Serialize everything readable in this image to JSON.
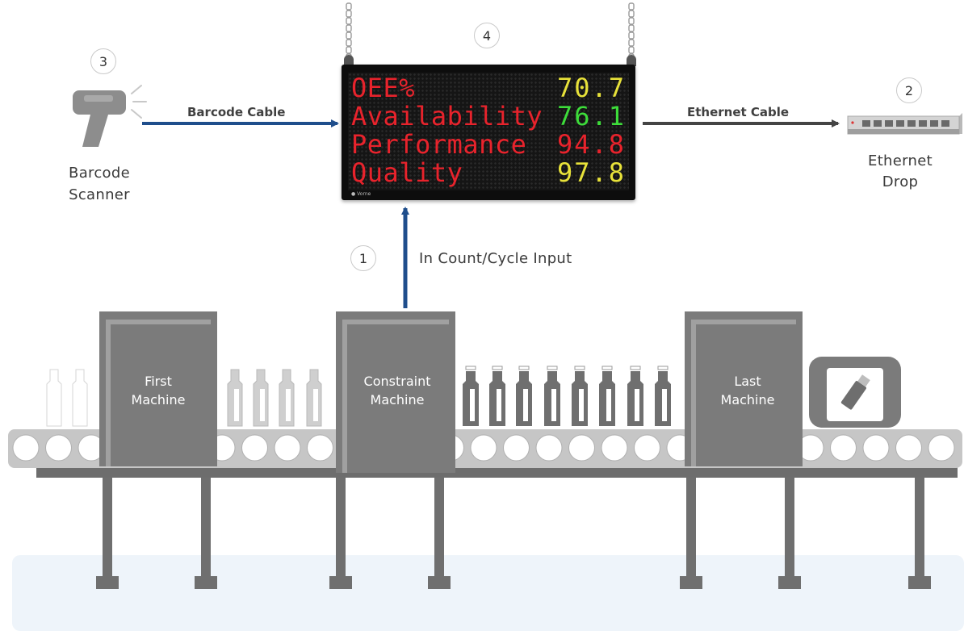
{
  "callouts": {
    "one": "1",
    "two": "2",
    "three": "3",
    "four": "4"
  },
  "connections": {
    "barcode_cable": "Barcode Cable",
    "ethernet_cable": "Ethernet Cable",
    "in_count": "In Count/Cycle Input"
  },
  "devices": {
    "barcode_scanner": [
      "Barcode",
      "Scanner"
    ],
    "ethernet_drop": [
      "Ethernet",
      "Drop"
    ]
  },
  "display": {
    "rows": [
      {
        "metric": "OEE%",
        "value": "70.7",
        "value_color": "#e8e23a"
      },
      {
        "metric": "Availability",
        "value": "76.1",
        "value_color": "#3ddc3a"
      },
      {
        "metric": "Performance",
        "value": "94.8",
        "value_color": "#e8232c"
      },
      {
        "metric": "Quality",
        "value": "97.8",
        "value_color": "#e8e23a"
      }
    ],
    "metric_color": "#e8232c"
  },
  "machines": {
    "first": [
      "First",
      "Machine"
    ],
    "constraint": [
      "Constraint",
      "Machine"
    ],
    "last": [
      "Last",
      "Machine"
    ]
  },
  "colors": {
    "arrow_blue": "#1f4e8c",
    "arrow_dark": "#444444",
    "machine_gray": "#7b7b7b",
    "floor": "#eef4fa"
  },
  "icons": {
    "scanner": "barcode-scanner-icon",
    "switch": "ethernet-switch-icon",
    "usb": "usb-drive-icon"
  }
}
